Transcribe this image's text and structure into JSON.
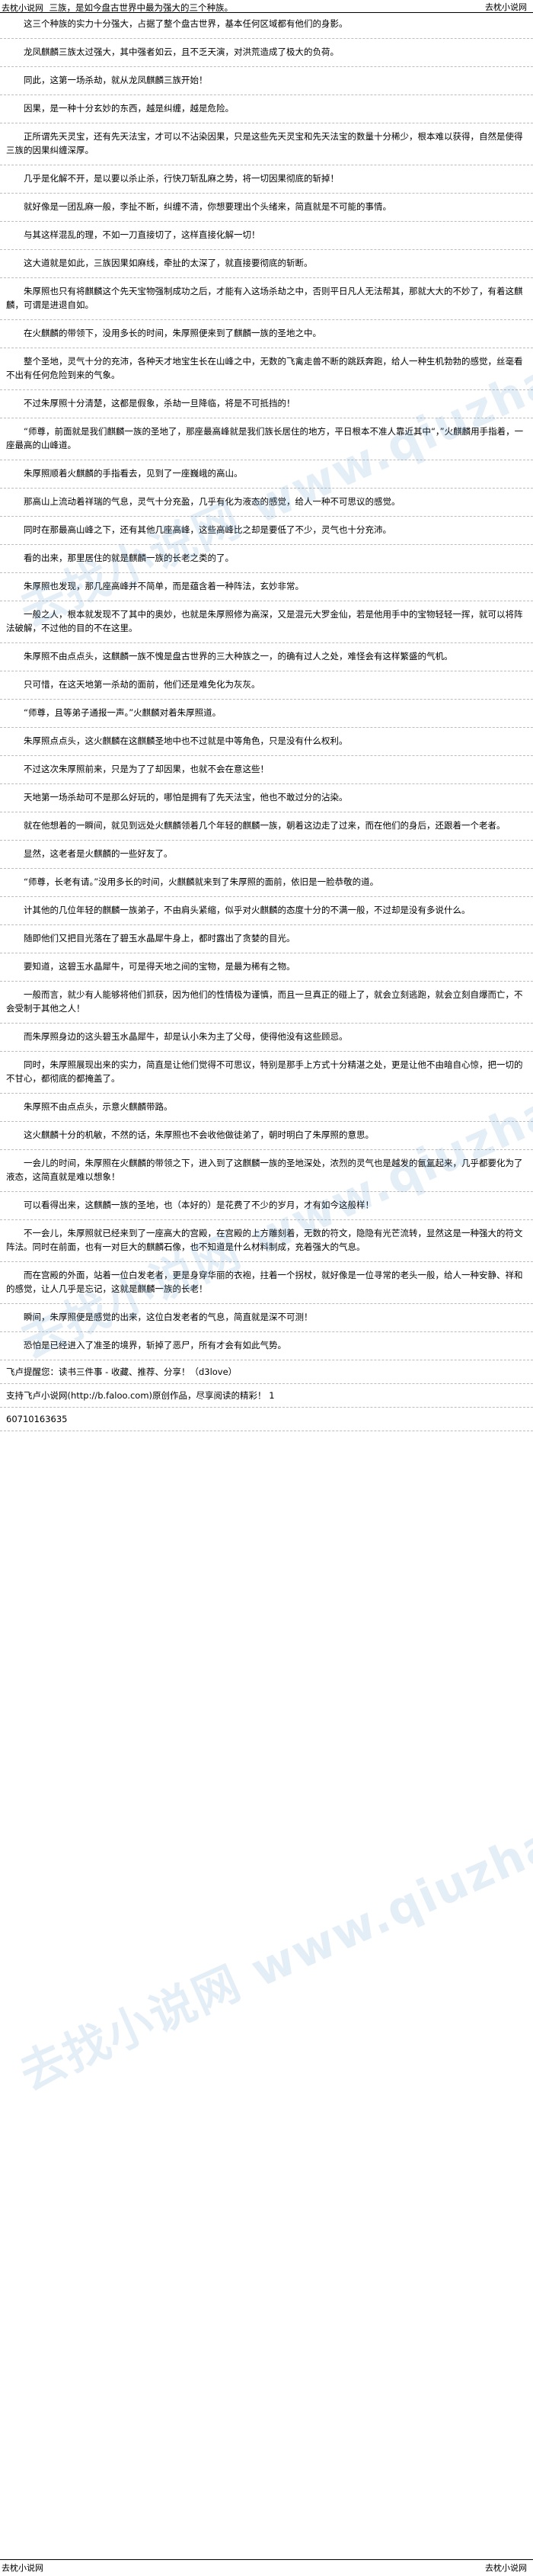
{
  "header": {
    "site_left": "去枕小说网",
    "top_line_snippet": "三族，是如今盘古世界中最为强大的三个种族。",
    "site_right": "去枕小说网"
  },
  "paragraphs": [
    "这三个种族的实力十分强大，占据了整个盘古世界，基本任何区域都有他们的身影。",
    "龙凤麒麟三族太过强大，其中强者如云，且不乏天演，对洪荒造成了极大的负荷。",
    "同此，这第一场杀劫，就从龙凤麒麟三族开始！",
    "因果，是一种十分玄妙的东西，越是纠缠，越是危险。",
    "正所谓先天灵宝，还有先天法宝，才可以不沾染因果，只是这些先天灵宝和先天法宝的数量十分稀少，根本难以获得，自然是使得三族的因果纠缠深厚。",
    "几乎是化解不开，是以要以杀止杀，行快刀斩乱麻之势，将一切因果彻底的斩掉！",
    "就好像是一团乱麻一般，李扯不断，纠缠不清，你想要理出个头绪来，简直就是不可能的事情。",
    "与其这样混乱的理，不如一刀直接切了，这样直接化解一切！",
    "这大道就是如此，三族因果如麻线，牵扯的太深了，就直接要彻底的斩断。",
    "朱厚照也只有将麒麟这个先天宝物强制成功之后，才能有入这场杀劫之中，否则平日凡人无法帮其，那就大大的不妙了，有着这麒麟，可谓是进退自如。",
    "在火麒麟的带领下，没用多长的时间，朱厚照便来到了麒麟一族的圣地之中。",
    "整个圣地，灵气十分的充沛，各种天才地宝生长在山峰之中，无数的飞禽走兽不断的跳跃奔跑，给人一种生机勃勃的感觉，丝毫看不出有任何危险到来的气象。",
    "不过朱厚照十分清楚，这都是假象，杀劫一旦降临，将是不可抵挡的！",
    "“师尊，前面就是我们麒麟一族的圣地了，那座最高峰就是我们族长居住的地方，平日根本不准人靠近其中“，”火麒麟用手指着，一座最高的山峰道。",
    "朱厚照顺着火麒麟的手指看去，见到了一座巍峨的高山。",
    "那高山上流动着祥瑞的气息，灵气十分充盈，几乎有化为液态的感觉，给人一种不可思议的感觉。",
    "同时在那最高山峰之下，还有其他几座高峰，这些高峰比之却是要低了不少，灵气也十分充沛。",
    "看的出来，那里居住的就是麒麟一族的长老之类的了。",
    "朱厚照也发现，那几座高峰并不简单，而是蕴含着一种阵法，玄妙非常。",
    "一般之人，根本就发现不了其中的奥妙，也就是朱厚照修为高深，又是混元大罗金仙，若是他用手中的宝物轻轻一挥，就可以将阵法破解，不过他的目的不在这里。",
    "朱厚照不由点点头，这麒麟一族不愧是盘古世界的三大种族之一，的确有过人之处，难怪会有这样繁盛的气机。",
    "只可惜，在这天地第一杀劫的面前，他们还是难免化为灰灰。",
    "“师尊，且等弟子通报一声。”火麒麟对着朱厚照道。",
    "朱厚照点点头，这火麒麟在这麒麟圣地中也不过就是中等角色，只是没有什么权利。",
    "不过这次朱厚照前来，只是为了了却因果，也就不会在意这些！",
    "天地第一场杀劫可不是那么好玩的，哪怕是拥有了先天法宝，他也不敢过分的沾染。",
    "就在他想着的一瞬间，就见到远处火麒麟领着几个年轻的麒麟一族，朝着这边走了过来，而在他们的身后，还跟着一个老者。",
    "显然，这老者是火麒麟的一些好友了。",
    "“师尊，长老有请。”没用多长的时间，火麒麟就来到了朱厚照的面前，依旧是一脸恭敬的道。",
    "计其他的几位年轻的麒麟一族弟子，不由肩头紧缩，似乎对火麒麟的态度十分的不满一般，不过却是没有多说什么。",
    "随即他们又把目光落在了碧玉水晶犀牛身上，都时露出了贪婪的目光。",
    "要知道，这碧玉水晶犀牛，可是得天地之间的宝物，是最为稀有之物。",
    "一般而言，就少有人能够将他们抓获，因为他们的性情极为谨慎，而且一旦真正的碰上了，就会立刻逃跑，就会立刻自爆而亡，不会受制于其他之人！",
    "而朱厚照身边的这头碧玉水晶犀牛，却是认小朱为主了父母，使得他没有这些顾忌。",
    "同时，朱厚照展现出来的实力，简直是让他们觉得不可思议，特别是那手上方式十分精湛之处，更是让他不由暗自心惊，把一切的不甘心，都彻底的都掩盖了。",
    "朱厚照不由点点头，示意火麒麟带路。",
    "这火麒麟十分的机敏，不然的话，朱厚照也不会收他做徒弟了，朝时明白了朱厚照的意思。",
    "一会儿的时间，朱厚照在火麒麟的带领之下，进入到了这麒麟一族的圣地深处，浓烈的灵气也是越发的氤氲起来，几乎都要化为了液态，这简直就是难以想象！",
    "可以看得出来，这麒麟一族的圣地，也（本好的）是花费了不少的岁月，才有如今这般样！",
    "不一会儿，朱厚照就已经来到了一座高大的宫殿，在宫殿的上方雕刻着，无数的符文，隐隐有光芒流转，显然这是一种强大的符文阵法。同时在前面，也有一对巨大的麒麟石像，也不知道是什么材料制成，充着强大的气息。",
    "而在宫殿的外面，站着一位白发老者，更是身穿华丽的衣袍，拄着一个拐杖，就好像是一位寻常的老头一般，给人一种安静、祥和的感觉，让人几乎是忘记，这就是麒麟一族的长老！",
    "瞬间，朱厚照便是感觉的出来，这位白发老者的气息，简直就是深不可测！",
    "恐怕是已经进入了准圣的境界，斩掉了恶尸，所有才会有如此气势。"
  ],
  "footer": {
    "line1": "飞卢提醒您：读书三件事 - 收藏、推荐、分享！（d3love）",
    "line2": "支持飞卢小说网(http://b.faloo.com)原创作品，尽享阅读的精彩！ 1",
    "line3": "60710163635"
  },
  "bottom": {
    "site_left": "去枕小说网",
    "site_right": "去枕小说网"
  },
  "watermark": {
    "text": "去找小说网 www.qiuzhaoxiaoshuo.com",
    "color": "#5a96c8"
  }
}
